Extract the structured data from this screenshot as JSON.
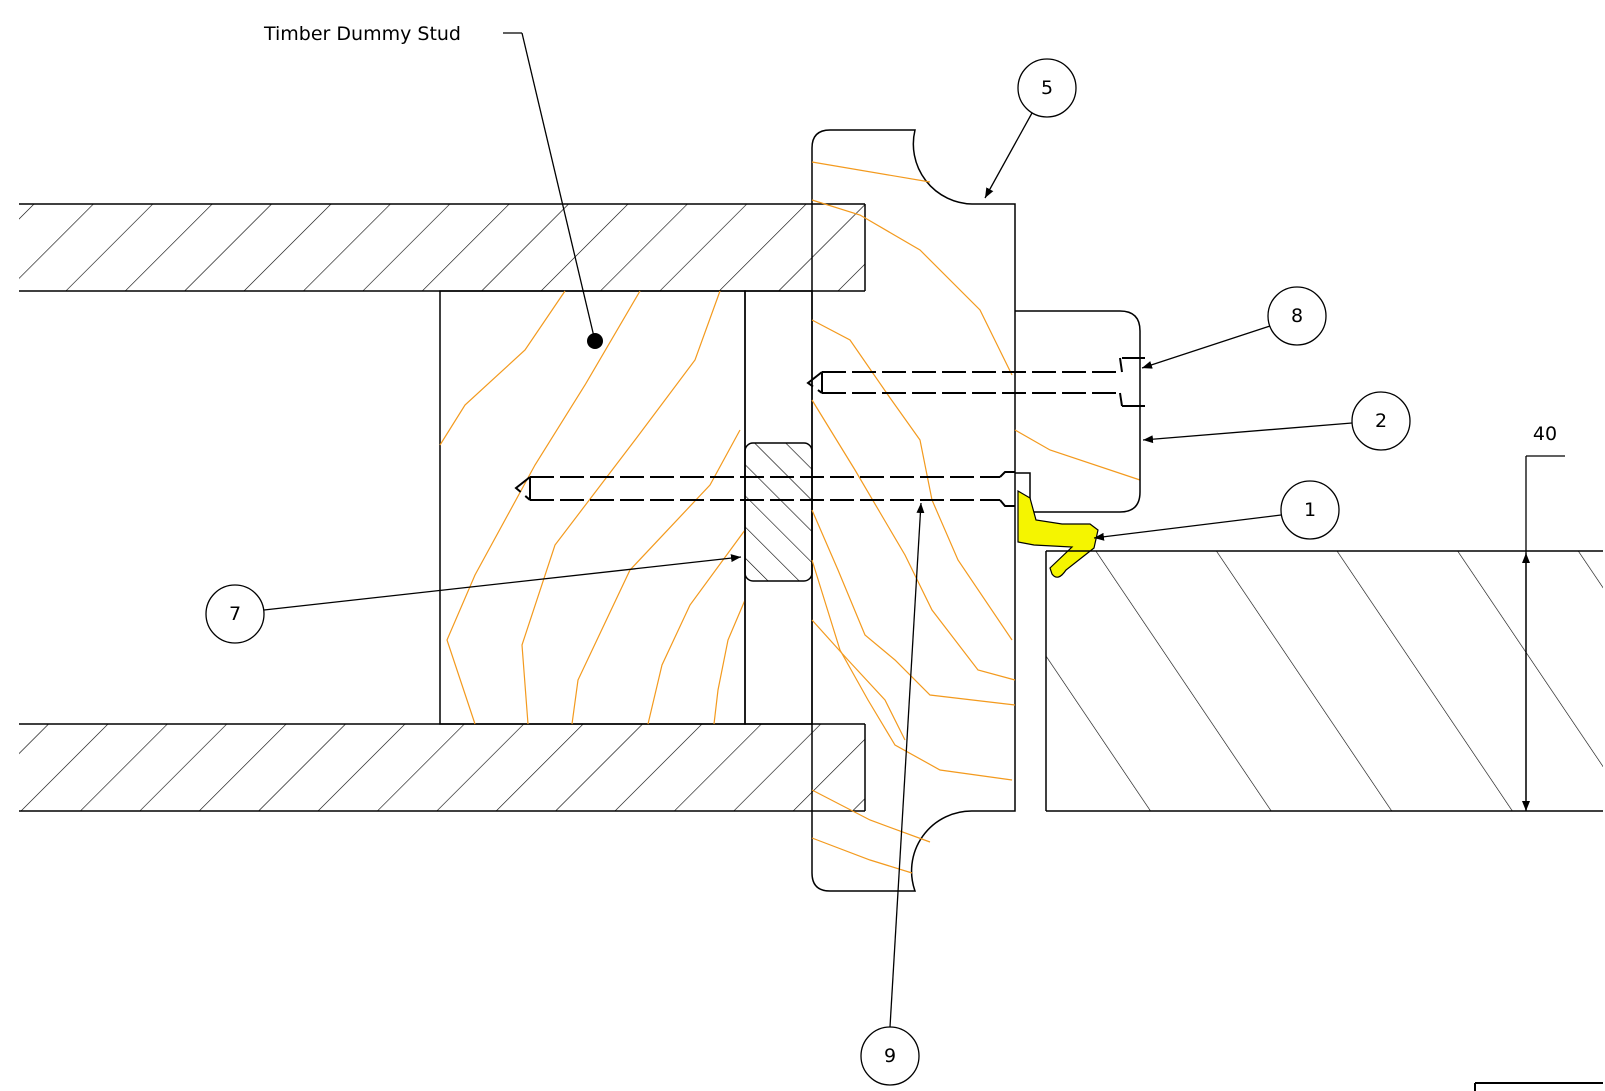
{
  "drawing": {
    "label_timber_dummy_stud": "Timber Dummy Stud",
    "dimension_thickness": "40",
    "balloons": {
      "b1": "1",
      "b2": "2",
      "b5": "5",
      "b7": "7",
      "b8": "8",
      "b9": "9"
    },
    "colors": {
      "line": "#000000",
      "wood_grain": "#f39a1e",
      "seal": "#f5f500",
      "background": "#ffffff"
    }
  }
}
